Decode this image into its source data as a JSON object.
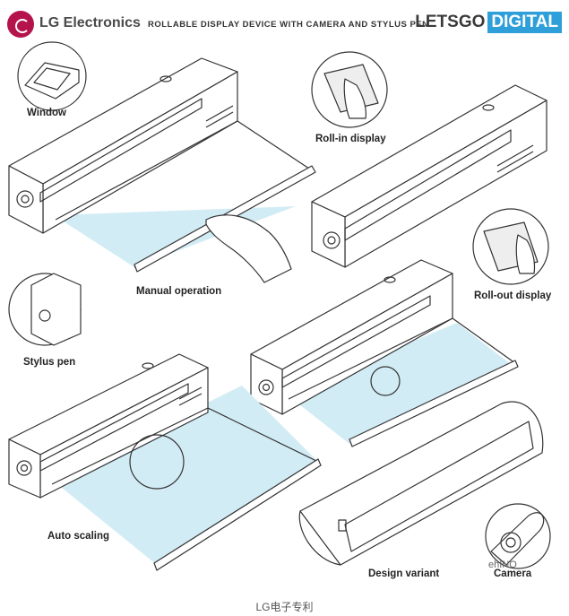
{
  "header": {
    "company": "LG Electronics",
    "title": "ROLLABLE DISPLAY DEVICE WITH CAMERA AND STYLUS PEN",
    "brand_part1": "LETSGO",
    "brand_part2": "DIGITAL"
  },
  "labels": {
    "window": "Window",
    "roll_in": "Roll-in display",
    "manual": "Manual operation",
    "roll_out": "Roll-out display",
    "stylus": "Stylus pen",
    "auto_scaling": "Auto scaling",
    "design_variant": "Design variant",
    "camera": "Camera"
  },
  "watermark": "ehINO",
  "caption": "LG电子专利",
  "colors": {
    "screen": "#d2ecf5",
    "brand_blue": "#2f9fd9",
    "lg_red": "#b5134b"
  }
}
